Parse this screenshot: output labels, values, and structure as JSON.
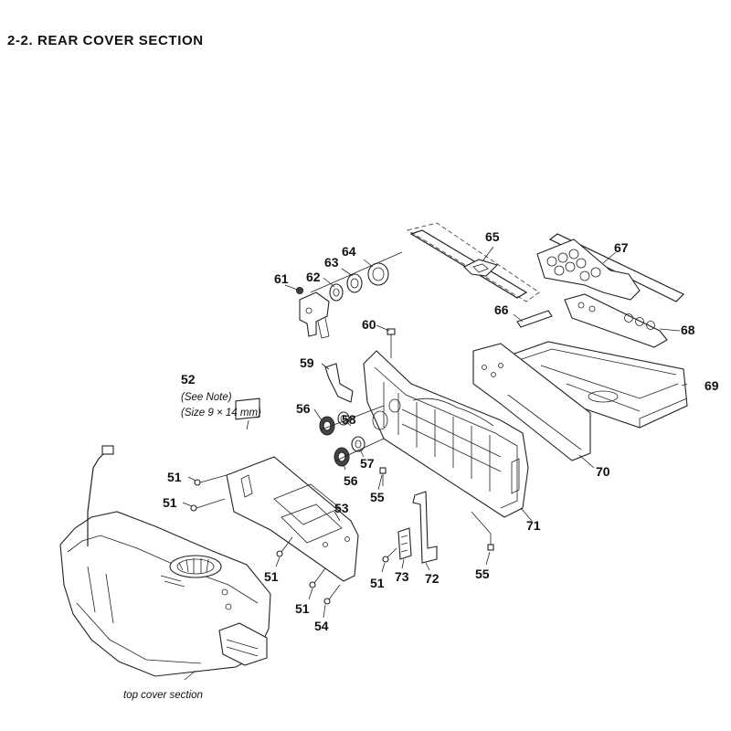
{
  "title": "2-2.   REAR  COVER  SECTION",
  "note_52": {
    "number": "52",
    "line1": "(See Note)",
    "line2": "(Size 9 × 14 mm)"
  },
  "top_cover_caption": "top cover section",
  "callouts": [
    {
      "id": "c61",
      "label": "61"
    },
    {
      "id": "c62",
      "label": "62"
    },
    {
      "id": "c63",
      "label": "63"
    },
    {
      "id": "c64",
      "label": "64"
    },
    {
      "id": "c65",
      "label": "65"
    },
    {
      "id": "c66",
      "label": "66"
    },
    {
      "id": "c67",
      "label": "67"
    },
    {
      "id": "c68",
      "label": "68"
    },
    {
      "id": "c69",
      "label": "69"
    },
    {
      "id": "c60",
      "label": "60"
    },
    {
      "id": "c59",
      "label": "59"
    },
    {
      "id": "c56a",
      "label": "56"
    },
    {
      "id": "c58",
      "label": "58"
    },
    {
      "id": "c57",
      "label": "57"
    },
    {
      "id": "c56b",
      "label": "56"
    },
    {
      "id": "c55a",
      "label": "55"
    },
    {
      "id": "c70",
      "label": "70"
    },
    {
      "id": "c71",
      "label": "71"
    },
    {
      "id": "c53",
      "label": "53"
    },
    {
      "id": "c51a",
      "label": "51"
    },
    {
      "id": "c51b",
      "label": "51"
    },
    {
      "id": "c51c",
      "label": "51"
    },
    {
      "id": "c51d",
      "label": "51"
    },
    {
      "id": "c51e",
      "label": "51"
    },
    {
      "id": "c54",
      "label": "54"
    },
    {
      "id": "c73",
      "label": "73"
    },
    {
      "id": "c72",
      "label": "72"
    },
    {
      "id": "c55b",
      "label": "55"
    }
  ]
}
